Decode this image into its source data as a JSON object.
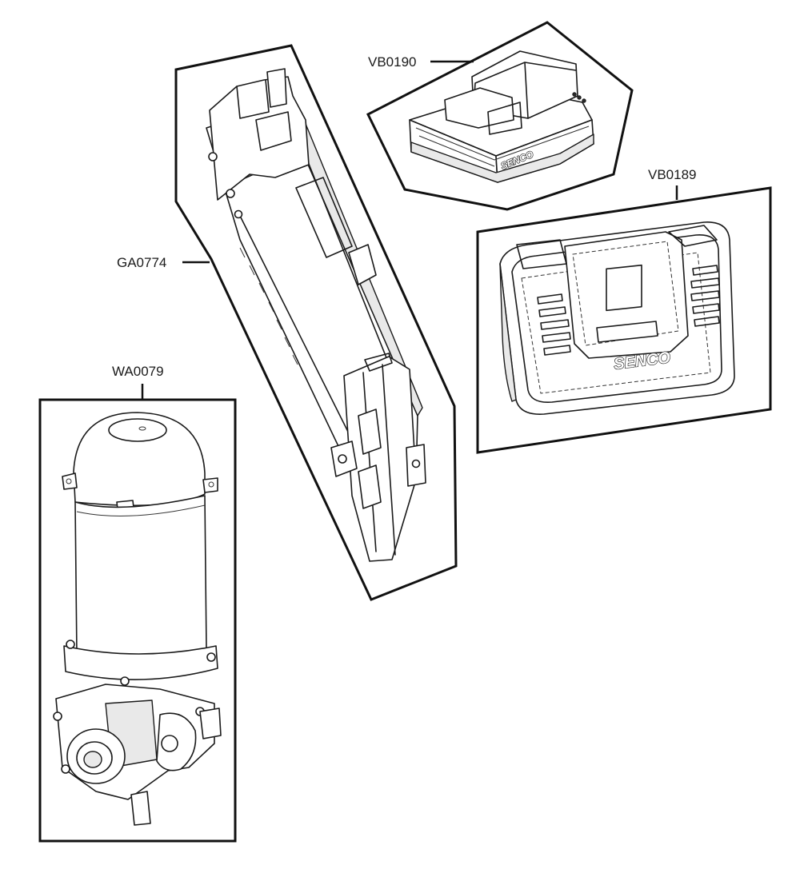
{
  "parts": [
    {
      "id": "battery",
      "code": "VB0190",
      "brand": "SENCO"
    },
    {
      "id": "charger",
      "code": "VB0189",
      "brand": "SENCO"
    },
    {
      "id": "magazine",
      "code": "GA0774"
    },
    {
      "id": "motor",
      "code": "WA0079"
    }
  ],
  "colors": {
    "ink": "#111111",
    "background": "#ffffff"
  }
}
